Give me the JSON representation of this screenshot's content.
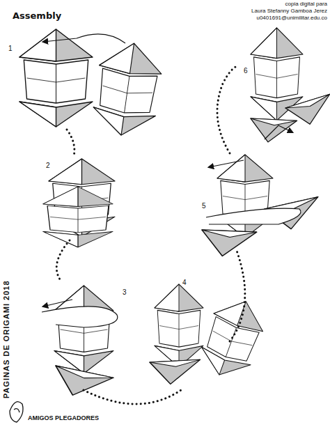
{
  "diagram": {
    "title": "Assembly",
    "labels": [
      "1",
      "2",
      "3",
      "4",
      "5",
      "6",
      "copia digital para",
      "Laura Stefanny Gamboa Jerez",
      "u0401691@unimilitar.edu.co",
      "PAGINAS DE ORIGAMI 2018",
      "AMIGOS PLEGADORES"
    ]
  }
}
